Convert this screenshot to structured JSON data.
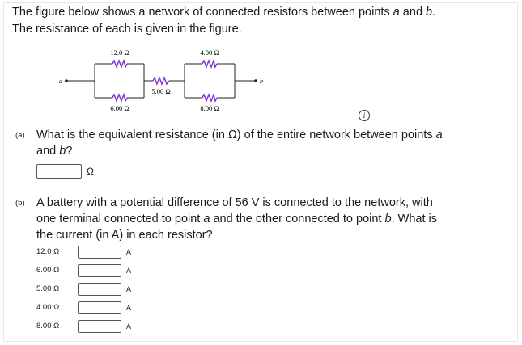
{
  "intro": {
    "line1_before": "The figure below shows a network of connected resistors between points ",
    "point_a": "a",
    "and": " and ",
    "point_b": "b",
    "period": ".",
    "line2": "The resistance of each is given in the figure."
  },
  "figure": {
    "r12": "12.0 Ω",
    "r6": "6.00 Ω",
    "r5": "5.00 Ω",
    "r4": "4.00 Ω",
    "r8": "8.00 Ω",
    "node_a": "a",
    "node_b": "b",
    "info": "i"
  },
  "part_a": {
    "label": "(a)",
    "q1": "What is the equivalent resistance (in Ω) of the entire network between points ",
    "q_a": "a",
    "q2": "and ",
    "q_b": "b",
    "q3": "?",
    "unit": "Ω"
  },
  "part_b": {
    "label": "(b)",
    "l1": "A battery with a potential difference of 56 V is connected to the network, with",
    "l2a": "one terminal connected to point ",
    "l2_a": "a",
    "l2b": " and the other connected to point ",
    "l2_b": "b",
    "l2c": ". What is",
    "l3": "the current (in A) in each resistor?",
    "rows": [
      {
        "label": "12.0 Ω",
        "unit": "A"
      },
      {
        "label": "6.00 Ω",
        "unit": "A"
      },
      {
        "label": "5.00 Ω",
        "unit": "A"
      },
      {
        "label": "4.00 Ω",
        "unit": "A"
      },
      {
        "label": "8.00 Ω",
        "unit": "A"
      }
    ]
  }
}
